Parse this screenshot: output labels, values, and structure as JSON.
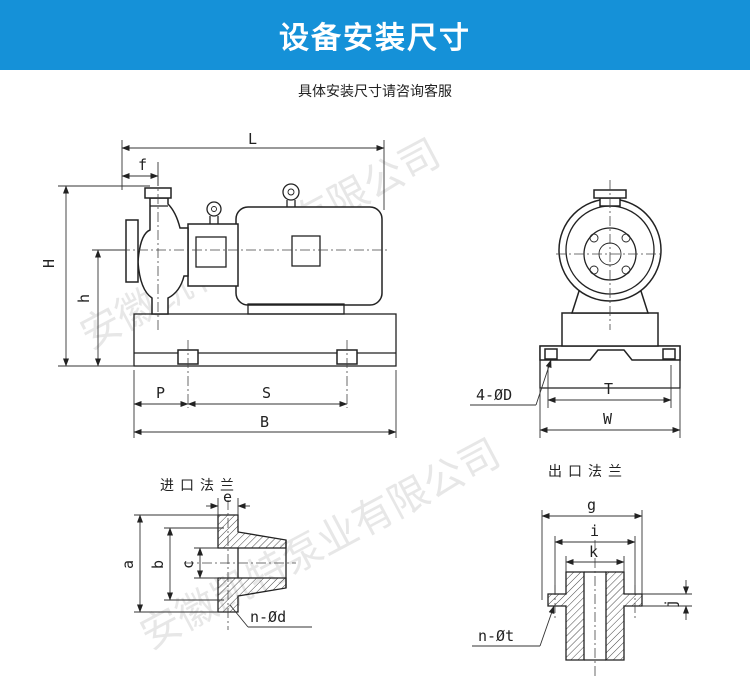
{
  "banner": {
    "title": "设备安装尺寸",
    "color": "#1591d8"
  },
  "subtitle": "具体安装尺寸请咨询客服",
  "watermark": "安徽凯特泵业有限公司",
  "labels": {
    "L": "L",
    "f": "f",
    "H": "H",
    "h": "h",
    "P": "P",
    "S": "S",
    "B": "B",
    "D": "4-ØD",
    "T": "T",
    "W": "W",
    "inlet_title": "进口法兰",
    "a": "a",
    "b": "b",
    "c": "c",
    "e": "e",
    "d": "n-Ød",
    "outlet_title": "出口法兰",
    "g": "g",
    "i": "i",
    "k": "k",
    "j": "j",
    "t": "n-Øt"
  }
}
